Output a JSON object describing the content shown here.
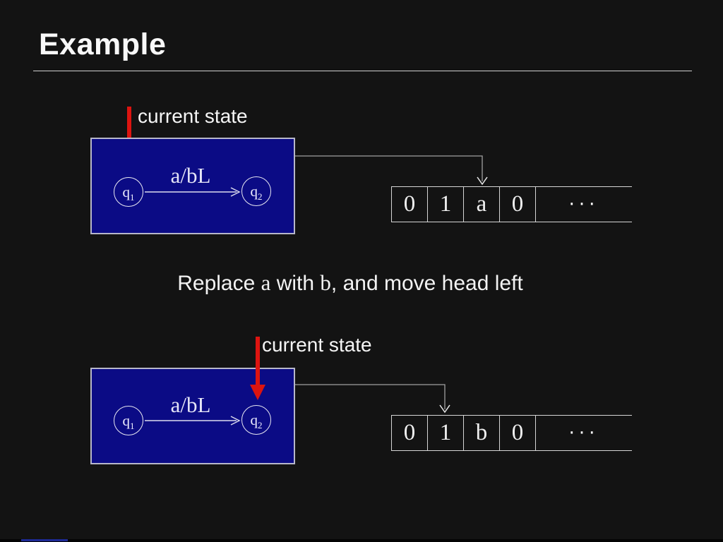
{
  "slide": {
    "title": "Example"
  },
  "colors": {
    "background": "#131313",
    "box_fill": "#0b0b85",
    "box_border": "#b7b7c9",
    "red_arrow": "#dd1410",
    "connector_line": "#a0a0a0",
    "tape_border": "#d6d6d6",
    "text": "#f3f3f3"
  },
  "diagram1": {
    "pointer_label": "current state",
    "transition_label": "a/bL",
    "state1": {
      "name": "q",
      "sub": "1"
    },
    "state2": {
      "name": "q",
      "sub": "2"
    },
    "tape": {
      "cells": [
        "0",
        "1",
        "a",
        "0"
      ],
      "ellipsis": "···",
      "head_cell_index": 2
    }
  },
  "caption": {
    "part1": "Replace ",
    "part2": "a",
    "part3": " with ",
    "part4": "b",
    "part5": ", and move head left"
  },
  "diagram2": {
    "pointer_label": "current state",
    "transition_label": "a/bL",
    "state1": {
      "name": "q",
      "sub": "1"
    },
    "state2": {
      "name": "q",
      "sub": "2"
    },
    "tape": {
      "cells": [
        "0",
        "1",
        "b",
        "0"
      ],
      "ellipsis": "···",
      "head_cell_index": 1
    }
  }
}
